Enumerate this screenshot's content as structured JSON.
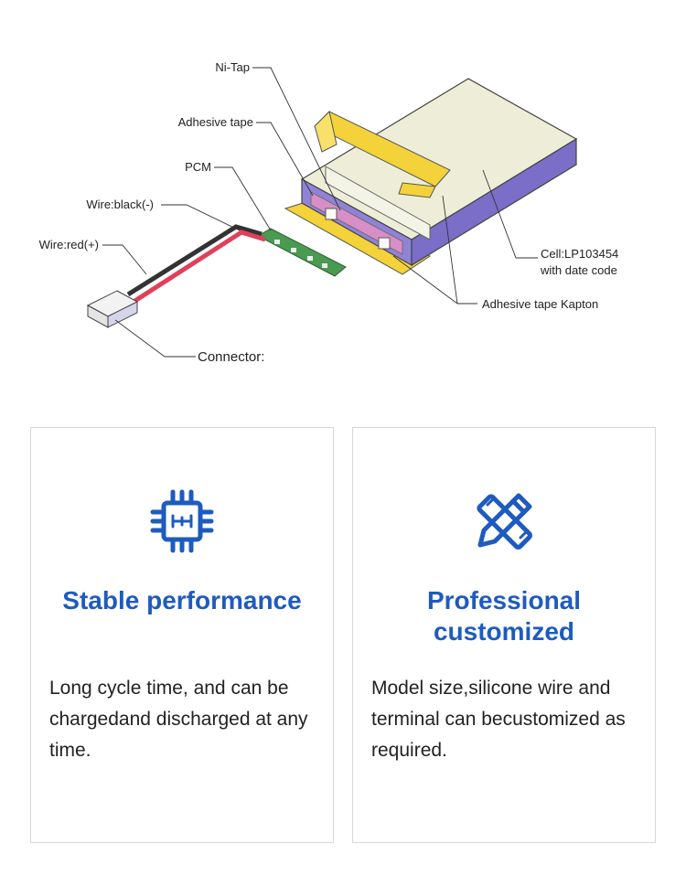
{
  "diagram": {
    "labels": {
      "ni_tap": "Ni-Tap",
      "adhesive_tape": "Adhesive tape",
      "pcm": "PCM",
      "wire_black": "Wire:black(-)",
      "wire_red": "Wire:red(+)",
      "connector": "Connector:",
      "cell_line1": "Cell:LP103454",
      "cell_line2": "with date code",
      "adhesive_tape_kapton": "Adhesive tape Kapton"
    },
    "colors": {
      "cell_top": "#eeeed8",
      "cell_side": "#8f83d6",
      "tape": "#f3d23a",
      "pcm": "#4a9a52",
      "wire_red": "#e0405a",
      "wire_black": "#333333",
      "connector": "#f2f2f2"
    }
  },
  "cards": [
    {
      "icon": "chip-icon",
      "title": "Stable performance",
      "text": "Long cycle time, and can be chargedand discharged at any time."
    },
    {
      "icon": "pencil-ruler-icon",
      "title_line1": "Professional",
      "title_line2": "customized",
      "text": "Model size,silicone wire and terminal can becustomized as required."
    }
  ],
  "accent_color": "#1e5bbf"
}
